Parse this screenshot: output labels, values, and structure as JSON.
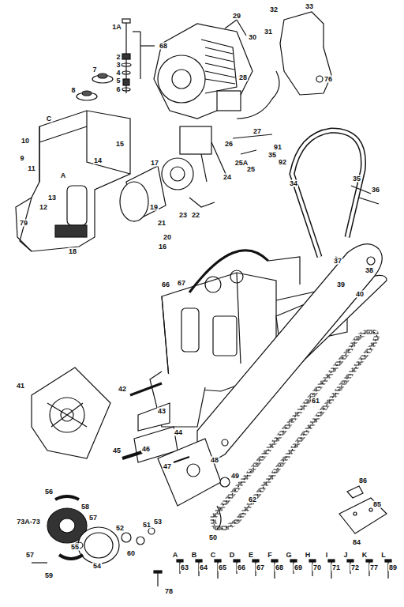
{
  "diagram": {
    "labels": [
      "1A",
      "68",
      "2",
      "3",
      "4",
      "5",
      "6",
      "7",
      "8",
      "C",
      "A",
      "10",
      "9",
      "11",
      "79",
      "12",
      "13",
      "14",
      "15",
      "17",
      "18",
      "29",
      "30",
      "28",
      "32",
      "33",
      "31",
      "76",
      "26",
      "27",
      "25A",
      "25",
      "35",
      "91",
      "92",
      "34",
      "24",
      "23",
      "22",
      "21",
      "20",
      "19",
      "16",
      "35",
      "36",
      "37",
      "38",
      "39",
      "40",
      "66",
      "67",
      "61",
      "41",
      "42",
      "43",
      "44",
      "45",
      "46",
      "47",
      "48",
      "49",
      "50",
      "62",
      "56",
      "58",
      "57",
      "73A-73",
      "55",
      "57",
      "54",
      "59",
      "86",
      "85",
      "84",
      "53",
      "52",
      "51",
      "60",
      "A",
      "B",
      "C",
      "D",
      "E",
      "F",
      "G",
      "H",
      "I",
      "J",
      "K",
      "L",
      "63",
      "64",
      "65",
      "66",
      "67",
      "68",
      "69",
      "70",
      "71",
      "72",
      "77",
      "89",
      "78"
    ]
  }
}
